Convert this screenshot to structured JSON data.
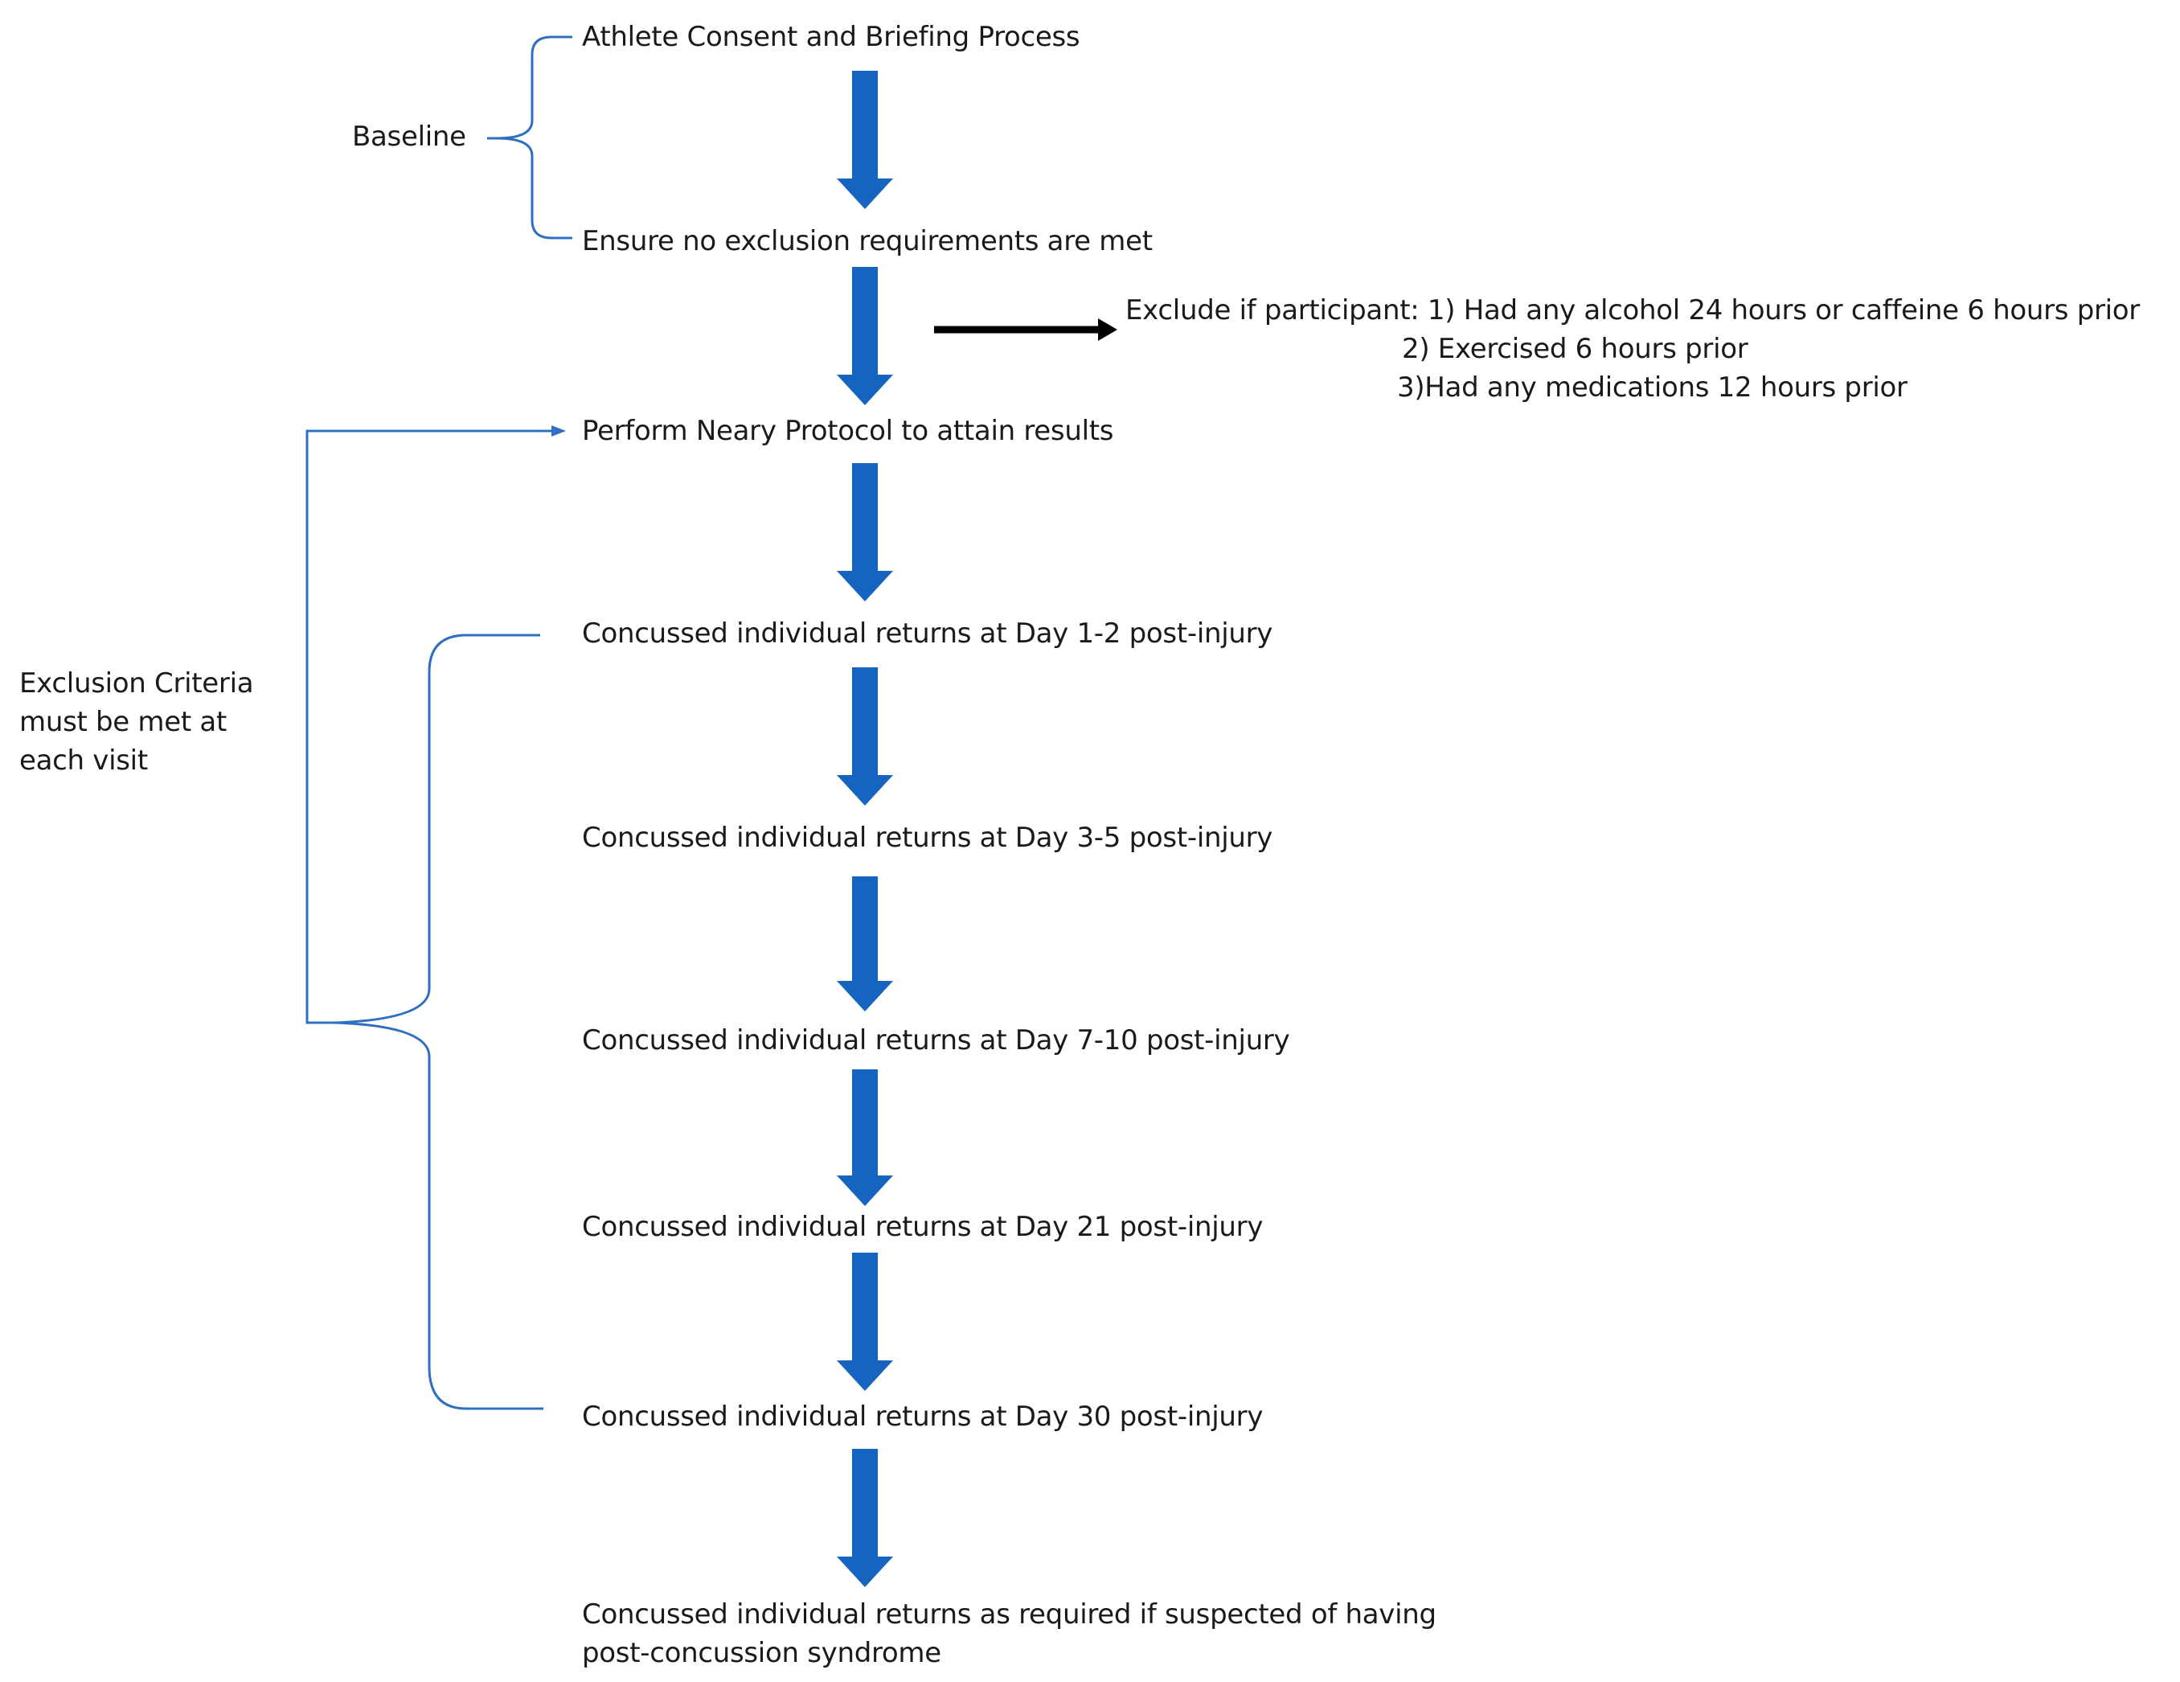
{
  "diagram": {
    "colors": {
      "arrow": "#1565C0",
      "bracket": "#2F6FC0",
      "side_arrow": "#000000",
      "text": "#1a1a1a"
    },
    "steps": [
      "Athlete Consent and Briefing Process",
      "Ensure no exclusion requirements are met",
      "Perform Neary Protocol to attain results",
      "Concussed individual returns at Day 1-2 post-injury",
      "Concussed individual returns at Day 3-5 post-injury",
      "Concussed individual returns at Day 7-10 post-injury",
      "Concussed individual returns at Day 21 post-injury",
      "Concussed individual returns at Day 30 post-injury",
      "Concussed individual returns as required if suspected of having post-concussion syndrome"
    ],
    "baseline_label": "Baseline",
    "exclusion_label": "Exclusion Criteria must be met at each visit",
    "exclusion_note": {
      "line1": "Exclude if participant: 1) Had any alcohol 24 hours or caffeine 6 hours prior",
      "line2": "2) Exercised 6 hours prior",
      "line3": "3)Had any medications 12 hours prior"
    }
  }
}
